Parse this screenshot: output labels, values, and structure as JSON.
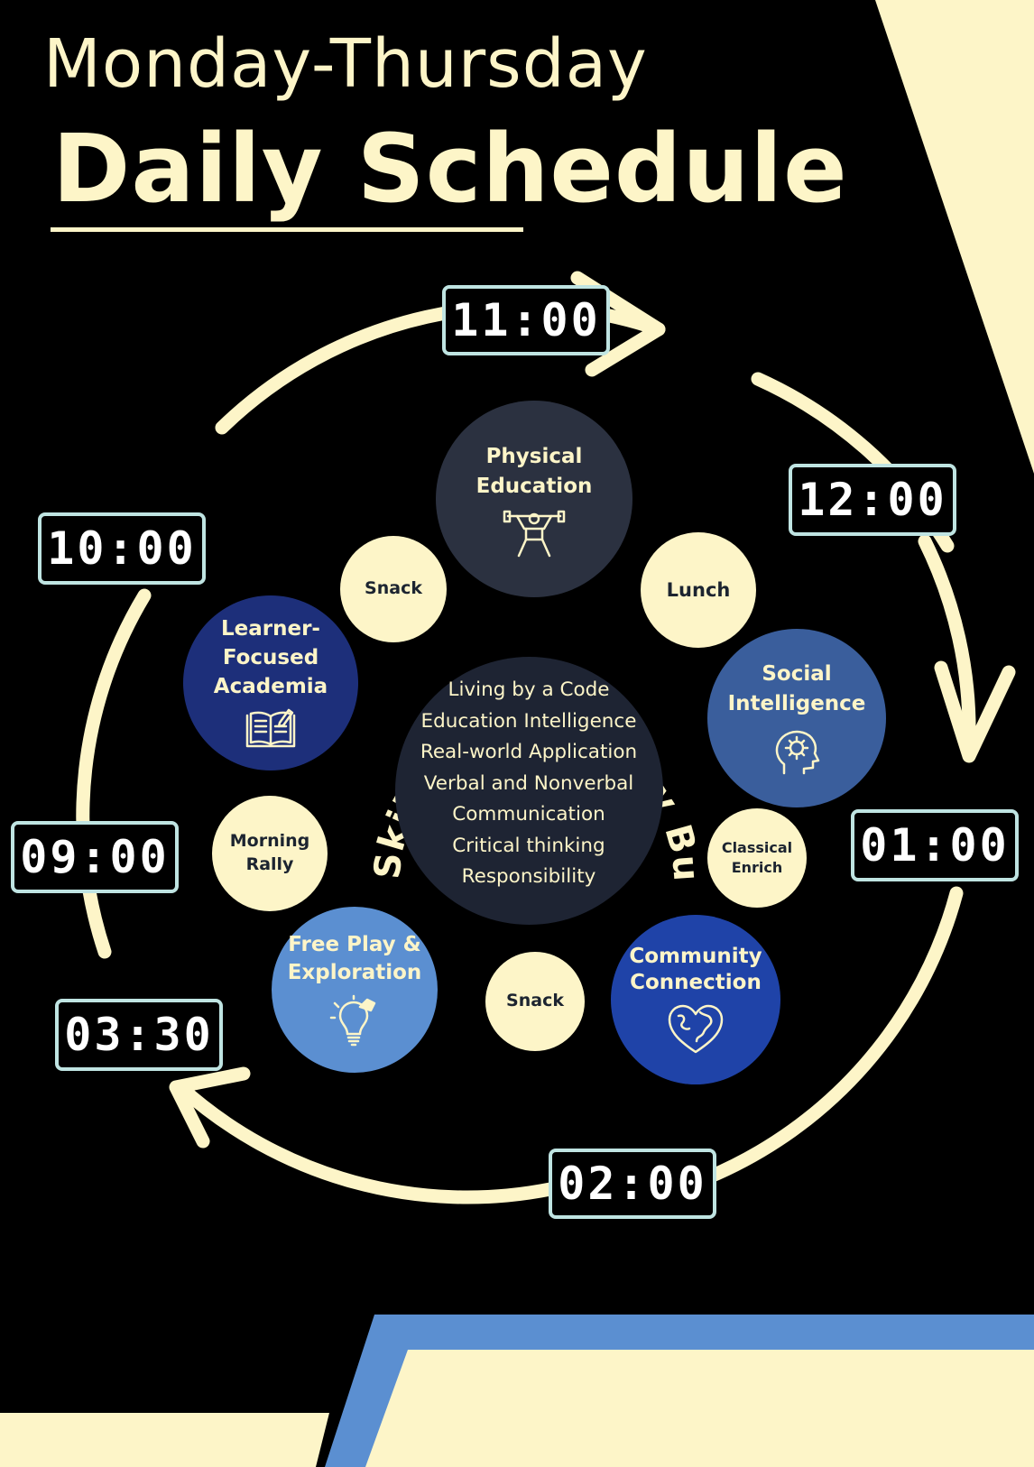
{
  "header": {
    "line1": "Monday-Thursday",
    "line2": "Daily Schedule"
  },
  "colors": {
    "background": "#000000",
    "cream": "#fdf5c8",
    "clock_border": "#bfe4e2",
    "accent_blue": "#5b8fd1",
    "physical_education": "#2b3140",
    "learner_focused": "#1d2f7a",
    "social_intelligence": "#3a5e9c",
    "community_connection": "#1f43a8",
    "free_play": "#5b8fd1",
    "center_circle": "#1e2433"
  },
  "times": {
    "t1100": "11:00",
    "t1200": "12:00",
    "t0100": "01:00",
    "t0200": "02:00",
    "t0330": "03:30",
    "t0900": "09:00",
    "t1000": "10:00"
  },
  "activities": {
    "physical_education": {
      "label": "Physical\nEducation",
      "icon": "weightlifter-icon"
    },
    "social_intelligence": {
      "label": "Social\nIntelligence",
      "icon": "head-gear-icon"
    },
    "community_connection": {
      "label": "Community\nConnection",
      "icon": "heart-globe-icon"
    },
    "free_play": {
      "label": "Free Play &\nExploration",
      "icon": "lightbulb-icon"
    },
    "learner_focused": {
      "label": "Learner-\nFocused\nAcademia",
      "icon": "open-book-icon"
    }
  },
  "breaks": {
    "snack_top": "Snack",
    "lunch": "Lunch",
    "classical": "Classical\nEnrich",
    "snack_bottom": "Snack",
    "morning_rally": "Morning\nRally"
  },
  "center": {
    "arc_title": "Life Skills From Every Bucket",
    "skills": [
      "Living by a Code",
      "Education Intelligence",
      "Real-world Application",
      "Verbal and Nonverbal",
      "Communication",
      "Critical thinking",
      "Responsibility"
    ]
  }
}
